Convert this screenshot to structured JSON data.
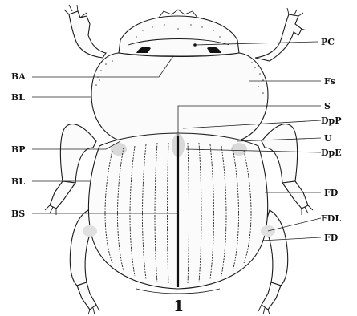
{
  "figure_number": "1",
  "labels_left": {
    "ba": "BA",
    "bl_top": "BL",
    "bp": "BP",
    "bl_bottom": "BL",
    "bs": "BS"
  },
  "labels_right": {
    "pc": "PC",
    "fs": "Fs",
    "s": "S",
    "dpp": "DpP",
    "u": "U",
    "dpe": "DpE",
    "fd_top": "FD",
    "fdl": "FDL",
    "fd_bottom": "FD"
  }
}
